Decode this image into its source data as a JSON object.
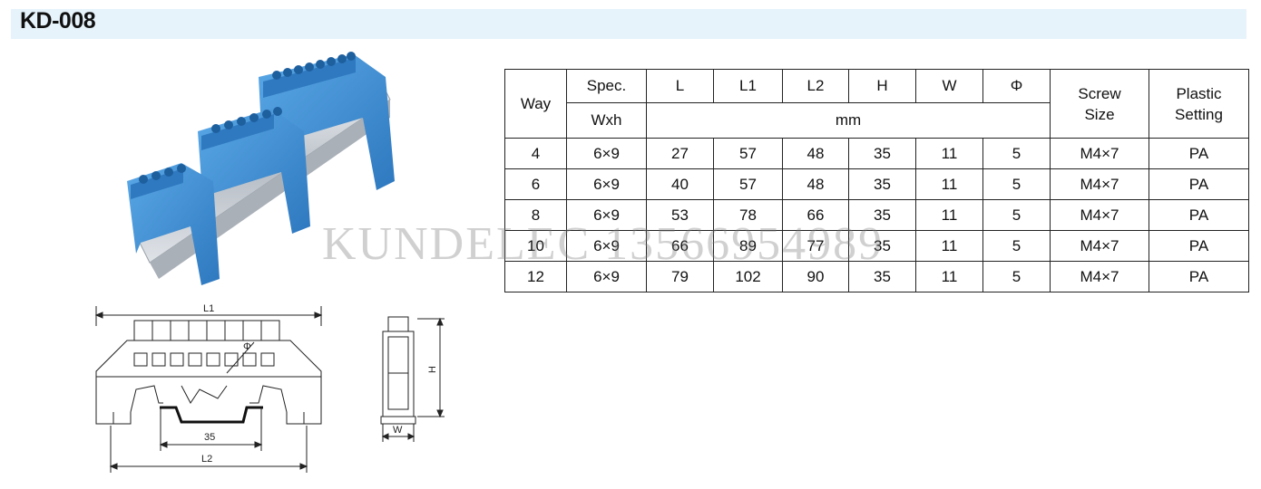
{
  "header": {
    "title": "KD-008"
  },
  "table": {
    "h_way": "Way",
    "h_spec": "Spec.",
    "h_wxh": "Wxh",
    "h_L": "L",
    "h_L1": "L1",
    "h_L2": "L2",
    "h_H": "H",
    "h_W": "W",
    "h_phi": "Φ",
    "h_mm": "mm",
    "h_screw_1": "Screw",
    "h_screw_2": "Size",
    "h_plastic_1": "Plastic",
    "h_plastic_2": "Setting",
    "rows": [
      [
        "4",
        "6×9",
        "27",
        "57",
        "48",
        "35",
        "11",
        "5",
        "M4×7",
        "PA"
      ],
      [
        "6",
        "6×9",
        "40",
        "57",
        "48",
        "35",
        "11",
        "5",
        "M4×7",
        "PA"
      ],
      [
        "8",
        "6×9",
        "53",
        "78",
        "66",
        "35",
        "11",
        "5",
        "M4×7",
        "PA"
      ],
      [
        "10",
        "6×9",
        "66",
        "89",
        "77",
        "35",
        "11",
        "5",
        "M4×7",
        "PA"
      ],
      [
        "12",
        "6×9",
        "79",
        "102",
        "90",
        "35",
        "11",
        "5",
        "M4×7",
        "PA"
      ]
    ]
  },
  "drawing": {
    "label_L1": "L1",
    "label_35": "35",
    "label_L2": "L2",
    "label_phi": "Φ",
    "label_H": "H",
    "label_W": "W"
  },
  "watermark": "KUNDELEC 13566954989",
  "colors": {
    "header_band": "#e6f3fb",
    "product_blue": "#3d8fd4",
    "rail_silver": "#c9ced4"
  }
}
